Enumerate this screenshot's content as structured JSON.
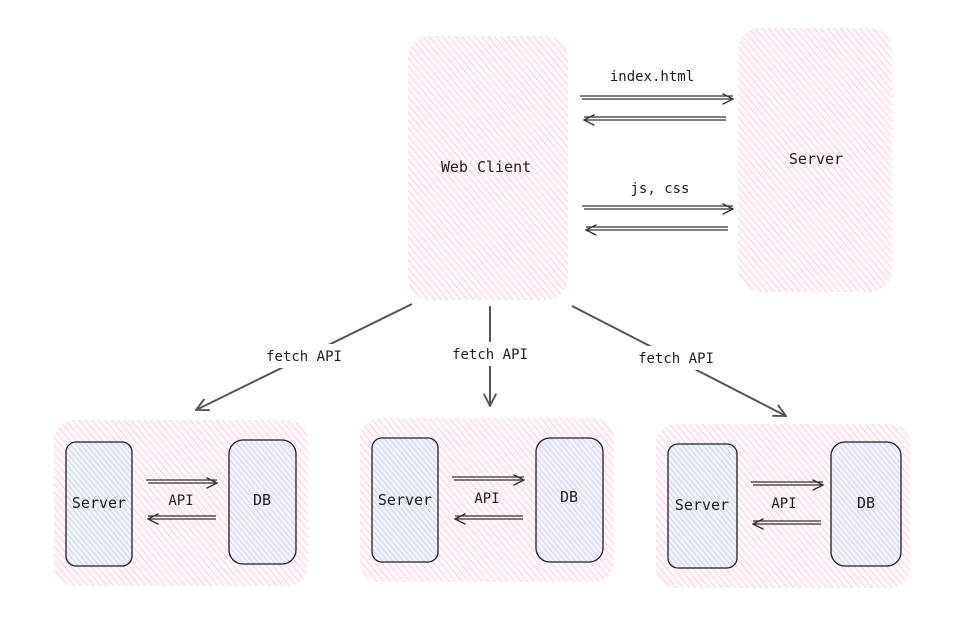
{
  "colors": {
    "pink_fill": "#fbd3df",
    "blue_fill": "#c9d4f5",
    "lavender_fill": "#d4d4f2",
    "stroke": "#1e1e1e",
    "arrow": "#555555"
  },
  "top": {
    "web_client": "Web Client",
    "server": "Server",
    "arrow_index": "index.html",
    "arrow_assets": "js, css"
  },
  "fetch_labels": [
    "fetch API",
    "fetch API",
    "fetch API"
  ],
  "groups": [
    {
      "server": "Server",
      "api": "API",
      "db": "DB"
    },
    {
      "server": "Server",
      "api": "API",
      "db": "DB"
    },
    {
      "server": "Server",
      "api": "API",
      "db": "DB"
    }
  ]
}
